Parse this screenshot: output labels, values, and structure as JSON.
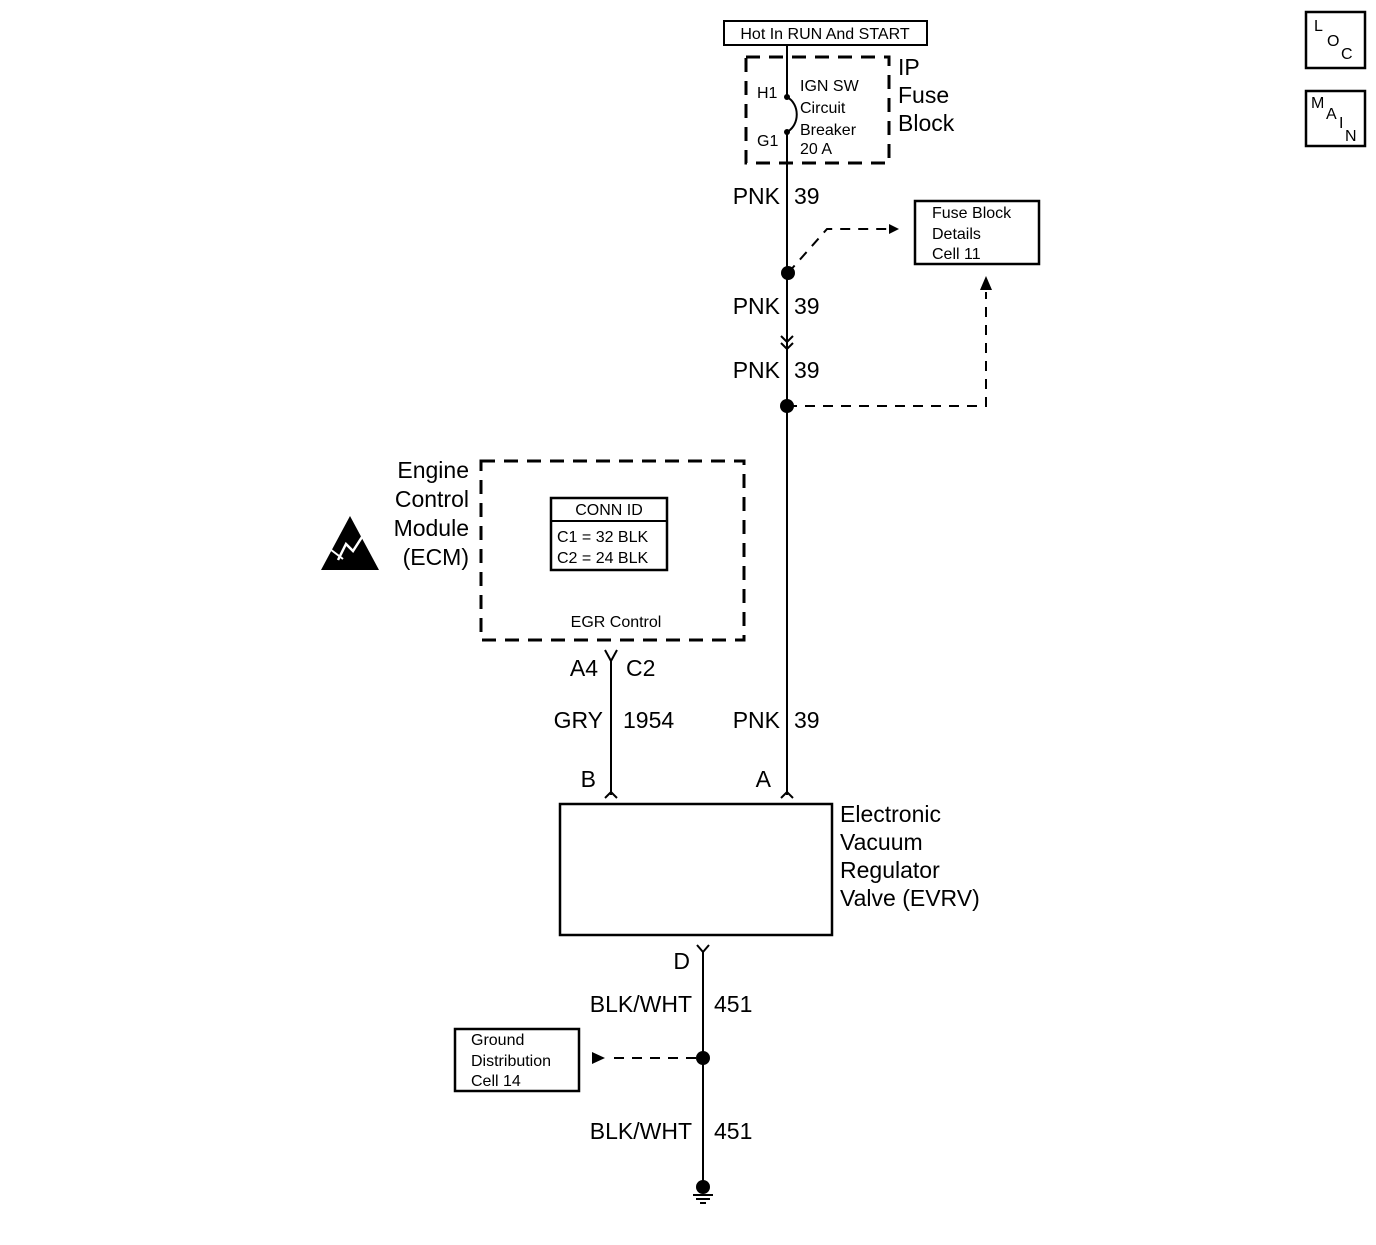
{
  "power_label": "Hot In RUN And START",
  "ip_fuse_block": {
    "label_lines": [
      "IP",
      "Fuse",
      "Block"
    ],
    "breaker_lines": [
      "IGN SW",
      "Circuit",
      "Breaker",
      "20 A"
    ],
    "pin_top": "H1",
    "pin_bottom": "G1"
  },
  "wires": {
    "pnk_color": "PNK",
    "pnk_number": "39",
    "gry_color": "GRY",
    "gry_number": "1954",
    "ground_color": "BLK/WHT",
    "ground_number": "451"
  },
  "fuse_block_details": [
    "Fuse Block",
    "Details",
    "Cell 11"
  ],
  "ecm": {
    "label_lines": [
      "Engine",
      "Control",
      "Module",
      "(ECM)"
    ],
    "conn_id_title": "CONN ID",
    "conn_c1": "C1 = 32 BLK",
    "conn_c2": "C2 = 24 BLK",
    "function": "EGR Control",
    "pin_cavity": "A4",
    "pin_connector": "C2"
  },
  "evrv": {
    "label_lines": [
      "Electronic",
      "Vacuum",
      "Regulator",
      "Valve (EVRV)"
    ],
    "pin_b": "B",
    "pin_a": "A",
    "pin_d": "D"
  },
  "ground_distribution": [
    "Ground",
    "Distribution",
    "Cell 14"
  ],
  "nav_buttons": {
    "loc": [
      "L",
      "O",
      "C"
    ],
    "main": [
      "M",
      "A",
      "I",
      "N"
    ]
  }
}
